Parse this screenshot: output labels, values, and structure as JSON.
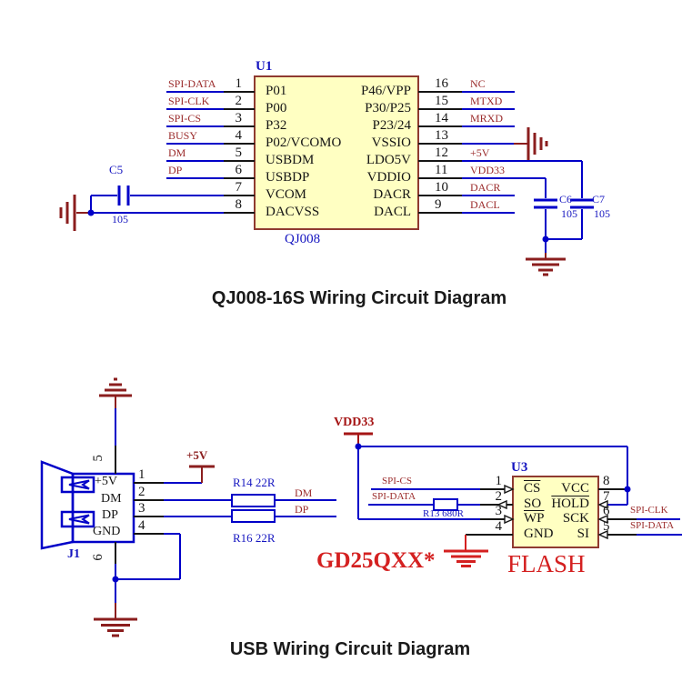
{
  "colors": {
    "wire_blue": "#0000C8",
    "label_blue": "#1515C0",
    "net_dark_red": "#9B2B2B",
    "power_dark_red": "#8B1E1E",
    "bright_red": "#D42020",
    "ic_fill": "#FFFFC2",
    "ic_border": "#8F3A30"
  },
  "top": {
    "u1": {
      "ref": "U1",
      "part": "QJ008"
    },
    "caption": "QJ008-16S Wiring Circuit Diagram",
    "left_pins": [
      {
        "num": "1",
        "net": "SPI-DATA",
        "inner": "P01"
      },
      {
        "num": "2",
        "net": "SPI-CLK",
        "inner": "P00"
      },
      {
        "num": "3",
        "net": "SPI-CS",
        "inner": "P32"
      },
      {
        "num": "4",
        "net": "BUSY",
        "inner": "P02/VCOMO"
      },
      {
        "num": "5",
        "net": "DM",
        "inner": "USBDM"
      },
      {
        "num": "6",
        "net": "DP",
        "inner": "USBDP"
      },
      {
        "num": "7",
        "net": "",
        "inner": "VCOM"
      },
      {
        "num": "8",
        "net": "",
        "inner": "DACVSS"
      }
    ],
    "right_pins": [
      {
        "num": "16",
        "net": "NC",
        "inner": "P46/VPP"
      },
      {
        "num": "15",
        "net": "MTXD",
        "inner": "P30/P25"
      },
      {
        "num": "14",
        "net": "MRXD",
        "inner": "P23/24"
      },
      {
        "num": "13",
        "net": "",
        "inner": "VSSIO"
      },
      {
        "num": "12",
        "net": "+5V",
        "inner": "LDO5V"
      },
      {
        "num": "11",
        "net": "VDD33",
        "inner": "VDDIO"
      },
      {
        "num": "10",
        "net": "DACR",
        "inner": "DACR"
      },
      {
        "num": "9",
        "net": "DACL",
        "inner": "DACL"
      }
    ],
    "c5": {
      "ref": "C5",
      "val": "105"
    },
    "c6": {
      "ref": "C6",
      "val": "105"
    },
    "c7": {
      "ref": "C7",
      "val": "105"
    }
  },
  "bottom": {
    "caption": "USB Wiring Circuit Diagram",
    "j1": {
      "ref": "J1",
      "pin5": "5",
      "pin6": "6",
      "pin_nums": [
        "1",
        "2",
        "3",
        "4"
      ],
      "pins_inner": [
        "+5V",
        "DM",
        "DP",
        "GND"
      ]
    },
    "power_5v": "+5V",
    "r14": "R14  22R",
    "r16": "R16  22R",
    "r13": "R13  680R",
    "dm": "DM",
    "dp": "DP",
    "vdd33": "VDD33",
    "u3": {
      "ref": "U3",
      "left_nums": [
        "1",
        "2",
        "3",
        "4"
      ],
      "right_nums": [
        "8",
        "7",
        "6",
        "5"
      ],
      "left_inner": [
        "CS",
        "SO",
        "WP",
        "GND"
      ],
      "right_inner": [
        "VCC",
        "HOLD",
        "SCK",
        "SI"
      ],
      "spi_cs": "SPI-CS",
      "spi_data_left": "SPI-DATA",
      "spi_clk": "SPI-CLK",
      "spi_data_right": "SPI-DATA"
    },
    "chip_name": "GD25QXX*",
    "flash_label": "FLASH"
  }
}
